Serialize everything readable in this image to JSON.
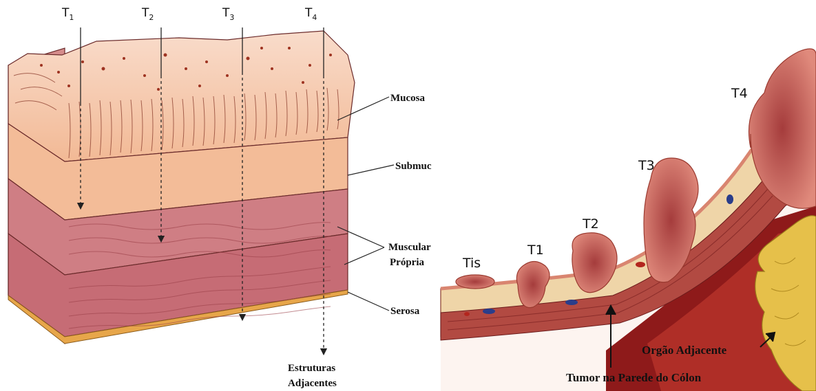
{
  "left_panel": {
    "stages": [
      {
        "label": "T",
        "sub": "1"
      },
      {
        "label": "T",
        "sub": "2"
      },
      {
        "label": "T",
        "sub": "3"
      },
      {
        "label": "T",
        "sub": "4"
      }
    ],
    "layers": {
      "mucosa": "Mucosa",
      "submucosa": "Submuc",
      "muscularis_line1": "Muscular",
      "muscularis_line2": "Própria",
      "serosa": "Serosa"
    },
    "adjacent_line1": "Estruturas",
    "adjacent_line2": "Adjacentes"
  },
  "right_panel": {
    "stages": [
      "Tis",
      "T1",
      "T2",
      "T3",
      "T4"
    ],
    "adjacent_organ": "Orgão Adjacente",
    "tumor_wall": "Tumor na Parede do Cólon"
  },
  "colors": {
    "mucosa": "#f6cdb5",
    "submucosa": "#f2b896",
    "muscle": "#c9727a",
    "muscle_dark": "#a94b56",
    "serosa": "#e7a64a",
    "tumor": "#d9776b",
    "organ": "#e6c04a",
    "text": "#111111"
  }
}
